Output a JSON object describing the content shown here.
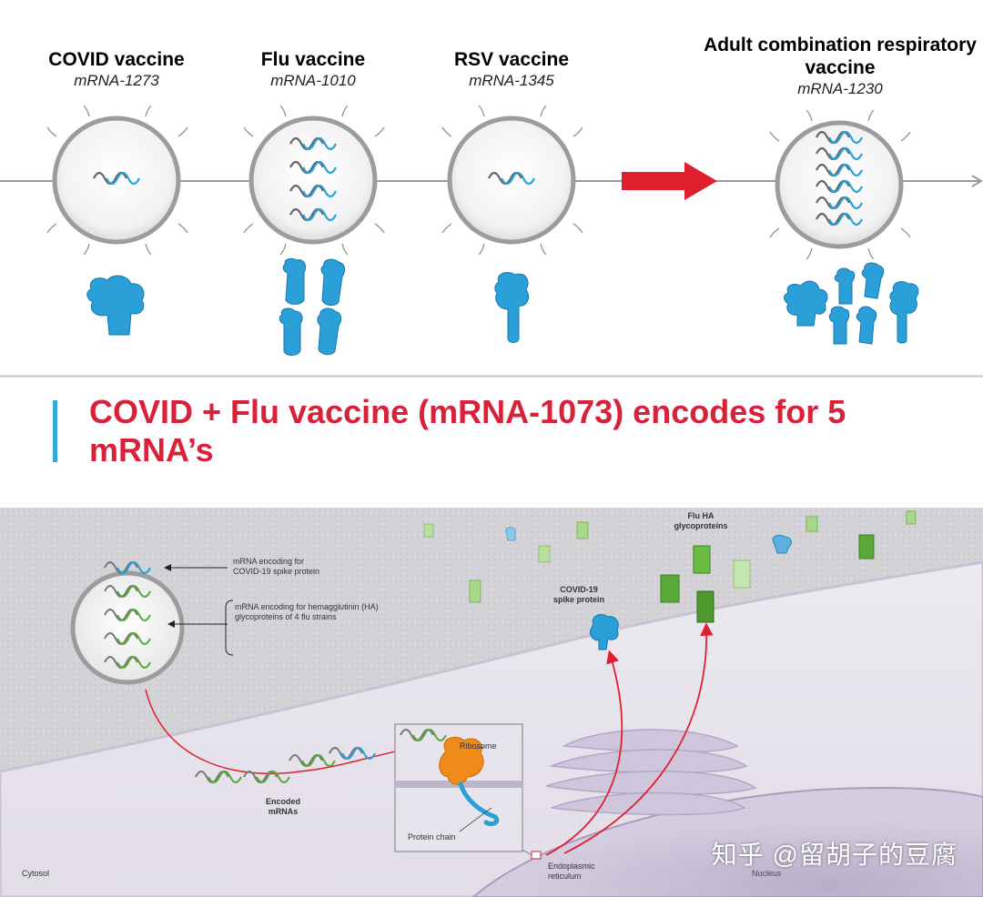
{
  "top_panel": {
    "vaccines": [
      {
        "title": "COVID vaccine",
        "code": "mRNA-1273"
      },
      {
        "title": "Flu vaccine",
        "code": "mRNA-1010"
      },
      {
        "title": "RSV vaccine",
        "code": "mRNA-1345"
      },
      {
        "title_line1": "Adult combination respiratory",
        "title_line2": "vaccine",
        "code": "mRNA-1230"
      }
    ]
  },
  "bottom_panel": {
    "title_line1": "COVID + Flu vaccine (mRNA-1073) encodes for 5",
    "title_line2": "mRNA’s",
    "labels": {
      "covid_mrna_1": "mRNA encoding for",
      "covid_mrna_2": "COVID-19 spike protein",
      "ha_mrna_1": "mRNA encoding for hemagglutinin (HA)",
      "ha_mrna_2": "glycoproteins of 4 flu strains",
      "flu_ha_1": "Flu HA",
      "flu_ha_2": "glycoproteins",
      "covid_spike_1": "COVID-19",
      "covid_spike_2": "spike protein",
      "ribosome": "Ribosome",
      "encoded_1": "Encoded",
      "encoded_2": "mRNAs",
      "protein_chain": "Protein chain",
      "er_1": "Endoplasmic",
      "er_2": "reticulum",
      "nucleus": "Nucleus",
      "cytosol": "Cytosol"
    },
    "watermark": "知乎 @留胡子的豆腐"
  },
  "colors": {
    "title_red": "#d9213a",
    "accent_blue": "#35a8dc",
    "protein_blue": "#2a9fd8",
    "flu_green": "#5aa83a",
    "arrow_red": "#e0202e"
  }
}
